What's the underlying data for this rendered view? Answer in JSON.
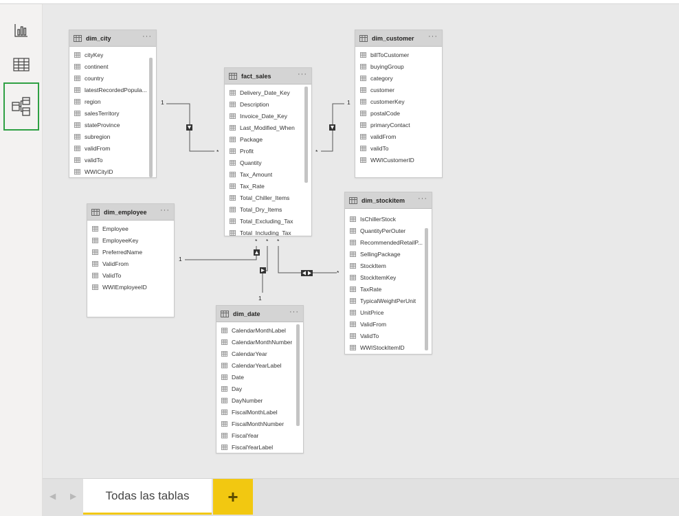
{
  "nav": {
    "items": [
      {
        "name": "report-view",
        "icon": "bar-chart-icon"
      },
      {
        "name": "data-view",
        "icon": "grid-table-icon"
      },
      {
        "name": "model-view",
        "icon": "model-diagram-icon",
        "active": true
      }
    ]
  },
  "tables": {
    "dim_city": {
      "name": "dim_city",
      "fields": [
        "cityKey",
        "continent",
        "country",
        "latestRecordedPopula...",
        "region",
        "salesTerritory",
        "stateProvince",
        "subregion",
        "validFrom",
        "validTo",
        "WWICityID"
      ]
    },
    "fact_sales": {
      "name": "fact_sales",
      "fields": [
        "Delivery_Date_Key",
        "Description",
        "Invoice_Date_Key",
        "Last_Modified_When",
        "Package",
        "Profit",
        "Quantity",
        "Tax_Amount",
        "Tax_Rate",
        "Total_Chiller_Items",
        "Total_Dry_Items",
        "Total_Excluding_Tax",
        "Total_Including_Tax"
      ]
    },
    "dim_customer": {
      "name": "dim_customer",
      "fields": [
        "billToCustomer",
        "buyingGroup",
        "category",
        "customer",
        "customerKey",
        "postalCode",
        "primaryContact",
        "validFrom",
        "validTo",
        "WWICustomerID"
      ]
    },
    "dim_employee": {
      "name": "dim_employee",
      "fields": [
        "Employee",
        "EmployeeKey",
        "PreferredName",
        "ValidFrom",
        "ValidTo",
        "WWIEmployeeID"
      ]
    },
    "dim_stockitem": {
      "name": "dim_stockitem",
      "fields": [
        "IsChillerStock",
        "QuantityPerOuter",
        "RecommendedRetailP...",
        "SellingPackage",
        "StockItem",
        "StockItemKey",
        "TaxRate",
        "TypicalWeightPerUnit",
        "UnitPrice",
        "ValidFrom",
        "ValidTo",
        "WWIStockItemID"
      ]
    },
    "dim_date": {
      "name": "dim_date",
      "fields": [
        "CalendarMonthLabel",
        "CalendarMonthNumber",
        "CalendarYear",
        "CalendarYearLabel",
        "Date",
        "Day",
        "DayNumber",
        "FiscalMonthLabel",
        "FiscalMonthNumber",
        "FiscalYear",
        "FiscalYearLabel"
      ]
    }
  },
  "cardinality": {
    "one": "1",
    "many": "*"
  },
  "more_label": "···",
  "bottom": {
    "tab_label": "Todas las tablas",
    "add_label": "+",
    "prev": "◀",
    "next": "▶"
  }
}
